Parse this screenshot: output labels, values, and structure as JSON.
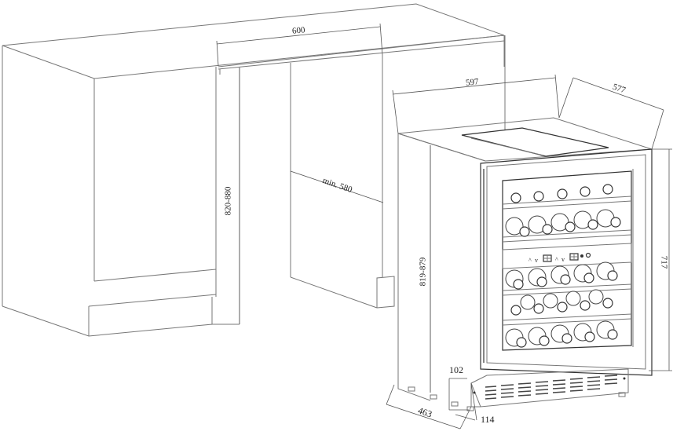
{
  "diagram": {
    "type": "installation-dimension-drawing",
    "subject": "built-in dual-zone wine cooler in kitchen cabinet niche",
    "units": "mm",
    "cabinet": {
      "dimensions": {
        "niche_width": "600",
        "niche_height": "820-880",
        "niche_depth": "min. 580"
      }
    },
    "appliance": {
      "dimensions": {
        "width": "597",
        "depth": "577",
        "height": "819-879",
        "door_height": "717",
        "plinth_height": "102",
        "cabinet_depth": "463",
        "plinth_setback": "114"
      },
      "control_panel": {
        "icons": [
          "chevron-up",
          "chevron-down",
          "display",
          "chevron-up",
          "chevron-down",
          "display",
          "light",
          "power"
        ]
      },
      "bottle_rows": 5,
      "bottles_per_row": 5
    },
    "colors": {
      "line": "#777777",
      "line_dark": "#333333",
      "background": "#ffffff"
    }
  }
}
